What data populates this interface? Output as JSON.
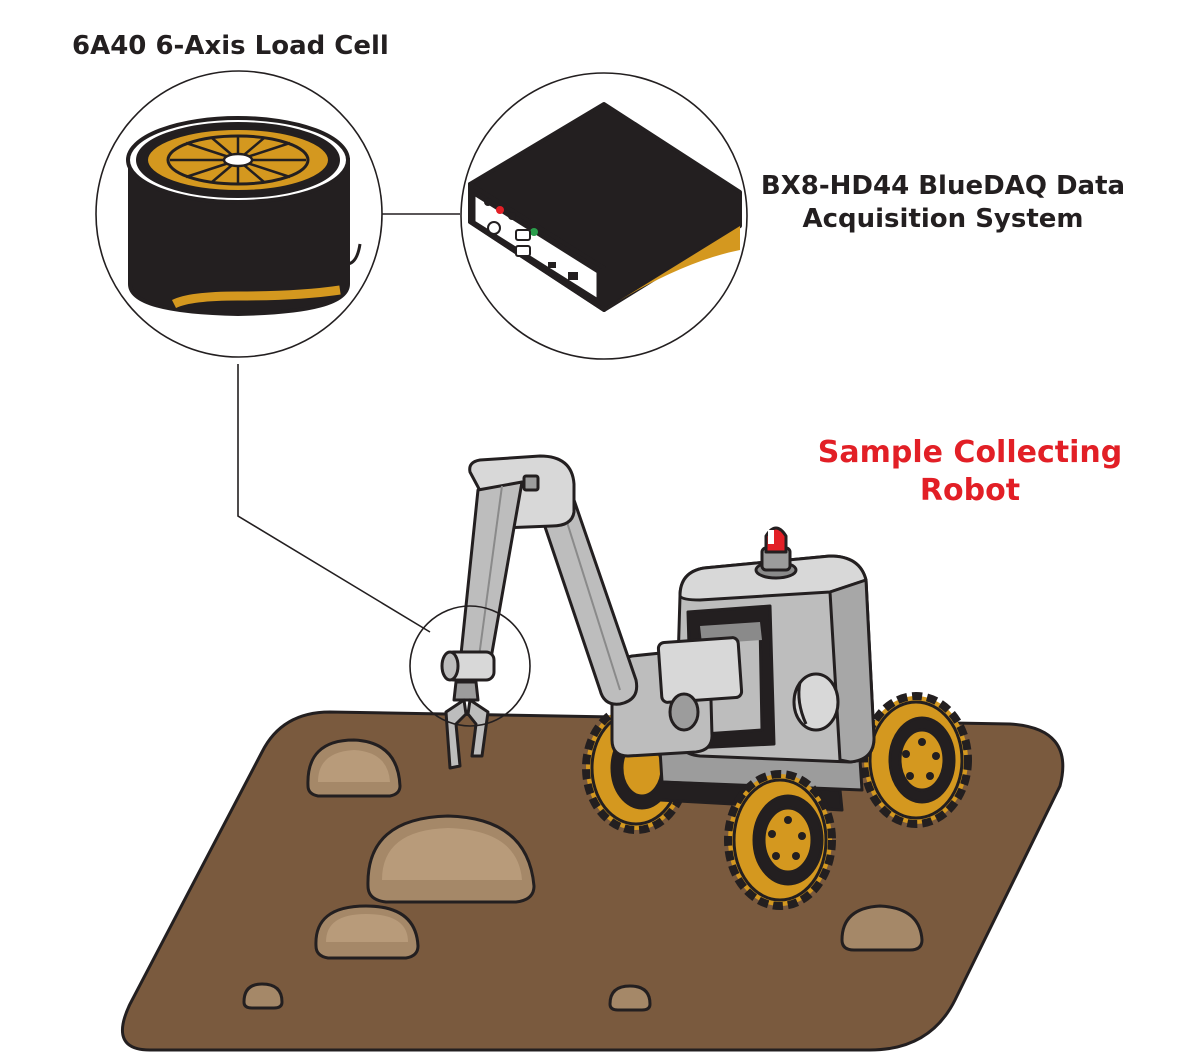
{
  "labels": {
    "load_cell": "6A40 6-Axis Load Cell",
    "daq_line1": "BX8-HD44 BlueDAQ Data",
    "daq_line2": "Acquisition System",
    "robot_line1": "Sample Collecting",
    "robot_line2": "Robot"
  },
  "colors": {
    "ink": "#231f20",
    "accent_gold": "#d4981f",
    "robot_red": "#e21f26",
    "ground_brown": "#7a5a3e",
    "rock_tan": "#a58868",
    "metal_gray": "#bdbdbd"
  },
  "icons": [
    "load-cell-icon",
    "daq-box-icon",
    "robot-icon",
    "beacon-light-icon",
    "wheel-icon",
    "rock-icon"
  ]
}
